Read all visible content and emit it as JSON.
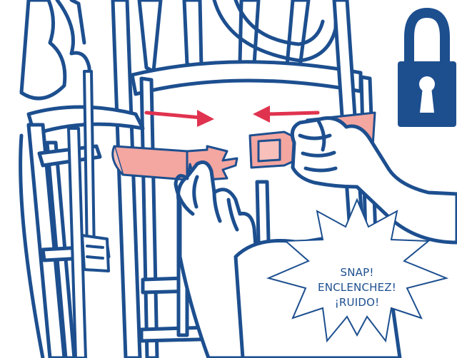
{
  "sound_burst": {
    "lines": [
      "SNAP!",
      "ENCLENCHEZ!",
      "¡RUIDO!"
    ]
  },
  "icons": {
    "lock": "padlock-locked-icon",
    "arrow_right": "arrow-right-icon",
    "arrow_left": "arrow-left-icon"
  },
  "colors": {
    "outline": "#1d4f8f",
    "strap": "#f4a6a0",
    "arrow": "#e0334f",
    "background": "#ffffff",
    "burst_fill": "#ffffff"
  }
}
